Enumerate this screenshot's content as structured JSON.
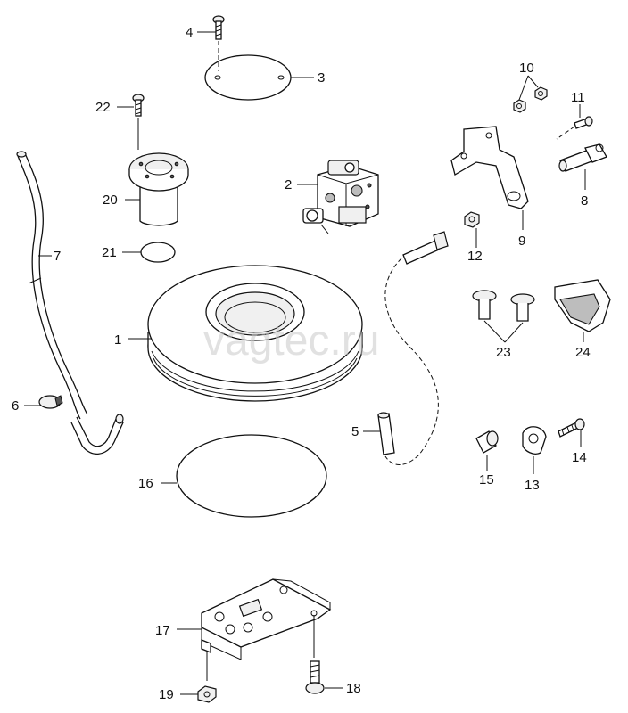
{
  "watermark": "vagtec.ru",
  "callouts": {
    "n1": "1",
    "n2": "2",
    "n3": "3",
    "n4": "4",
    "n5": "5",
    "n6": "6",
    "n7": "7",
    "n8": "8",
    "n9": "9",
    "n10": "10",
    "n11": "11",
    "n12": "12",
    "n13": "13",
    "n14": "14",
    "n15": "15",
    "n16": "16",
    "n17": "17",
    "n18": "18",
    "n19": "19",
    "n20": "20",
    "n21": "21",
    "n22": "22",
    "n23": "23",
    "n24": "24"
  }
}
